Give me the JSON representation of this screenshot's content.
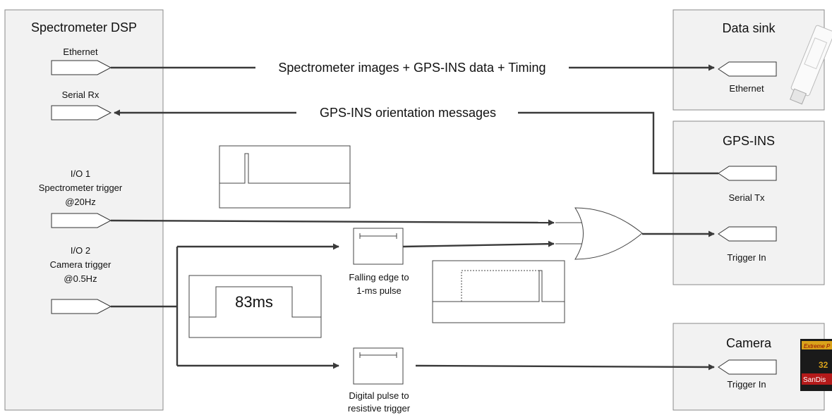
{
  "blocks": {
    "spectrometer_dsp": {
      "title": "Spectrometer DSP",
      "ports": {
        "ethernet": "Ethernet",
        "serial_rx": "Serial Rx",
        "io1_line1": "I/O 1",
        "io1_line2": "Spectrometer trigger",
        "io1_line3": "@20Hz",
        "io2_line1": "I/O 2",
        "io2_line2": "Camera trigger",
        "io2_line3": "@0.5Hz"
      }
    },
    "data_sink": {
      "title": "Data sink",
      "port": "Ethernet"
    },
    "gps_ins": {
      "title": "GPS-INS",
      "port_tx": "Serial Tx",
      "port_trigger": "Trigger In"
    },
    "camera": {
      "title": "Camera",
      "port": "Trigger In"
    }
  },
  "links": {
    "ethernet": "Spectrometer images + GPS-INS data + Timing",
    "serial": "GPS-INS orientation messages"
  },
  "converters": {
    "falling_edge": {
      "line1": "Falling edge to",
      "line2": "1-ms pulse"
    },
    "digital_pulse": {
      "line1": "Digital pulse to",
      "line2": "resistive trigger"
    }
  },
  "pulse_plots": {
    "camera_pulse_width": "83ms"
  },
  "icons": {
    "usb_drive": "usb-drive-icon",
    "sd_card": "sd-card-icon"
  },
  "sd_card": {
    "brand_line": "Extreme P",
    "capacity": "32",
    "maker": "SanDis"
  }
}
